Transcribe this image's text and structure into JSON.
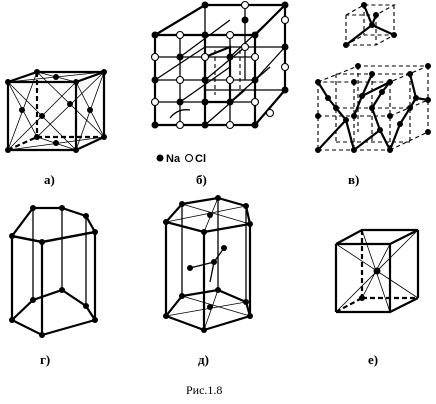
{
  "labels": {
    "a": "а)",
    "b": "б)",
    "v": "в)",
    "g": "г)",
    "d": "д)",
    "e": "е)"
  },
  "legend": {
    "na": "Na",
    "cl": "Cl"
  },
  "caption": "Рис.1.8"
}
